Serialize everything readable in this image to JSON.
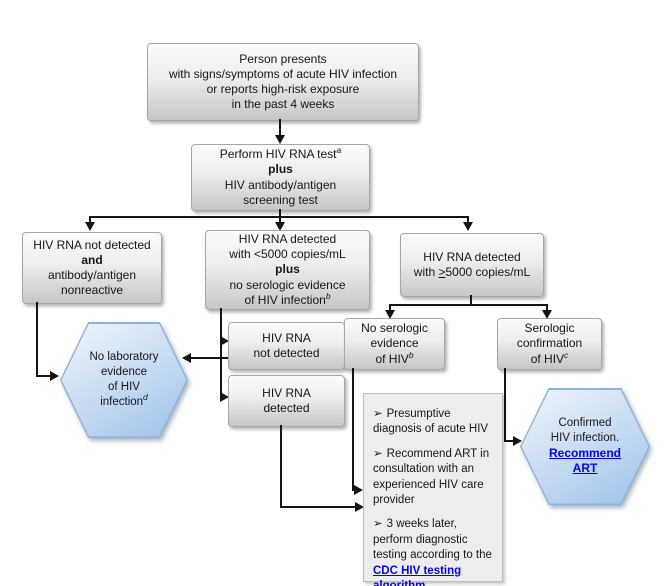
{
  "colors": {
    "line": "#141414",
    "link": "#0404ee",
    "box_bottom": "#c6c6c6",
    "box_border": "#a6a6a6",
    "hex_top": "#d9e6f6",
    "hex_bottom": "#9cc1ea",
    "hex_border": "#8fb2d9",
    "panel_bg": "#ededed",
    "panel_border": "#bdbdbd"
  },
  "nodes": {
    "start": {
      "line1": "Person presents",
      "line2": "with signs/symptoms of acute HIV infection",
      "line3": "or reports high-risk exposure",
      "line4": "in the past 4 weeks"
    },
    "perform": {
      "line1": "Perform HIV RNA test",
      "sup1": "a",
      "line2": "plus",
      "line3": "HIV antibody/antigen",
      "line4": "screening test"
    },
    "branch_negative": {
      "line1": "HIV RNA not detected",
      "line2": "and",
      "line3": "antibody/antigen",
      "line4": "nonreactive"
    },
    "branch_low": {
      "line1": "HIV RNA detected",
      "line2": "with <5000 copies/mL",
      "line3": "plus",
      "line4": "no serologic evidence",
      "line5": "of HIV infection",
      "sup5": "b"
    },
    "branch_high": {
      "line1": "HIV RNA detected",
      "line2_pre": "with ",
      "line2_ge": ">",
      "line2_post": "5000 copies/mL"
    },
    "repeat_not_detected": {
      "line1": "HIV RNA",
      "line2": "not detected"
    },
    "repeat_detected": {
      "line1": "HIV RNA",
      "line2": "detected"
    },
    "no_serologic": {
      "line1": "No serologic",
      "line2": "evidence",
      "line3": "of HIV",
      "sup3": "b"
    },
    "serologic_confirmation": {
      "line1": "Serologic",
      "line2": "confirmation",
      "line3": "of HIV",
      "sup3": "c"
    },
    "no_lab_evidence": {
      "line1": "No laboratory",
      "line2": "evidence",
      "line3": "of HIV",
      "line4": "infection",
      "sup4": "d"
    },
    "confirmed": {
      "line1": "Confirmed",
      "line2": "HIV infection.",
      "link": "Recommend ART"
    },
    "action_panel": {
      "bullet_char": "➢",
      "item1": "Presumptive diagnosis of acute HIV",
      "item2": "Recommend ART in consultation with an experienced HIV care provider",
      "item3_pre": "3 weeks later, perform diagnostic testing according to the ",
      "item3_link": "CDC HIV testing algorithm"
    }
  }
}
